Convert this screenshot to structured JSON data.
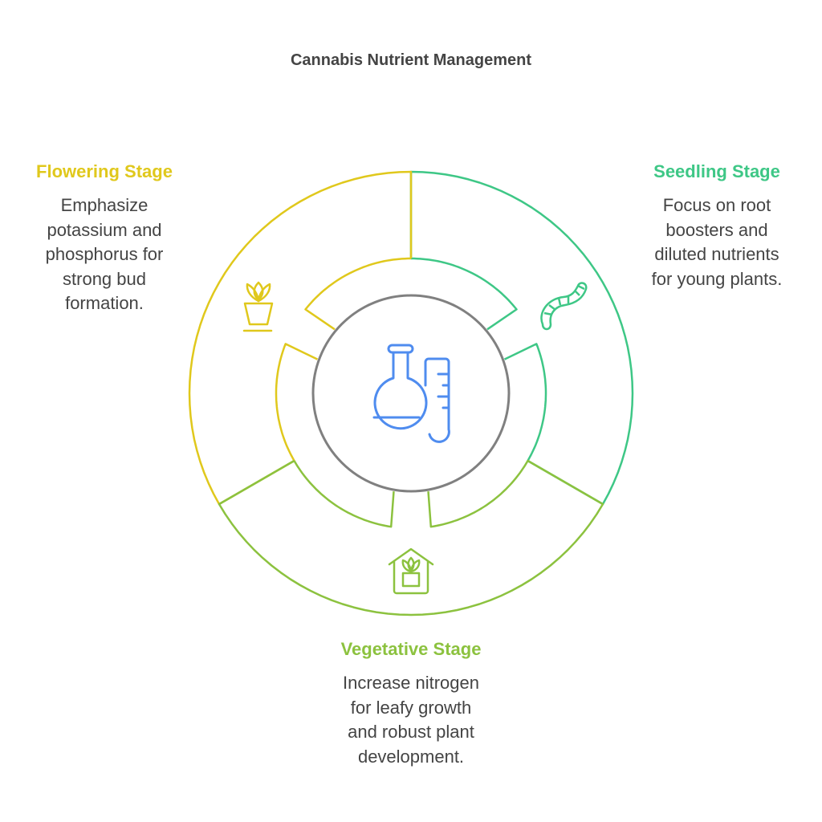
{
  "title": "Cannabis Nutrient Management",
  "colors": {
    "seedling": "#3EC786",
    "flowering": "#E0C81C",
    "vegetative": "#8CC23F",
    "center": "#808080",
    "center_icon": "#4F8CEF",
    "text": "#444444"
  },
  "stages": {
    "flowering": {
      "label": "Flowering Stage",
      "lines": [
        "Emphasize",
        "potassium and",
        "phosphorus for",
        "strong bud",
        "formation."
      ],
      "icon": "potted-plant-icon"
    },
    "seedling": {
      "label": "Seedling Stage",
      "lines": [
        "Focus on root",
        "boosters and",
        "diluted nutrients",
        "for young plants."
      ],
      "icon": "worm-icon"
    },
    "vegetative": {
      "label": "Vegetative Stage",
      "lines": [
        "Increase nitrogen",
        "for leafy growth",
        "and robust plant",
        "development."
      ],
      "icon": "greenhouse-plant-icon"
    }
  },
  "center_icon": "lab-flask-test-tube-icon"
}
